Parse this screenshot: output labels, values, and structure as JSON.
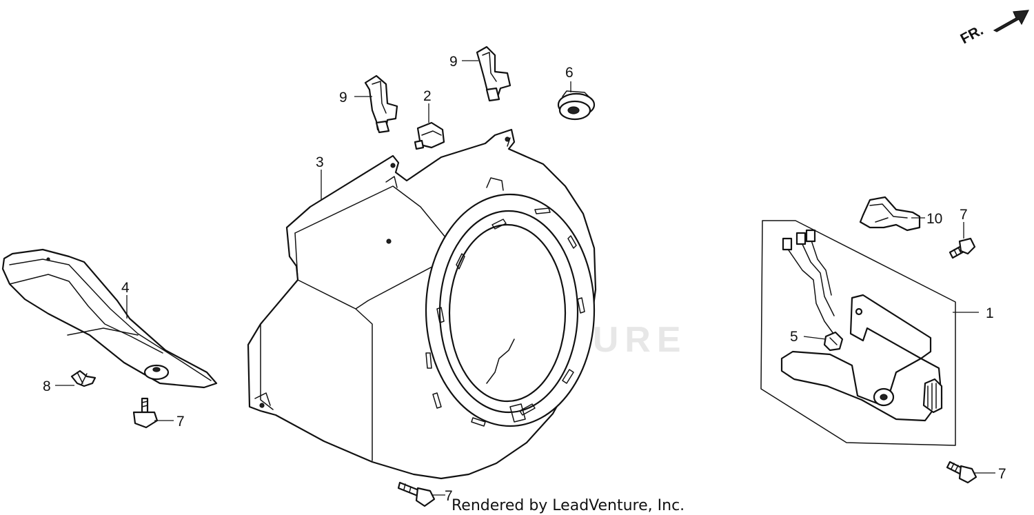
{
  "diagram": {
    "direction_label": "FR.",
    "credit": "Rendered by LeadVenture, Inc.",
    "watermark": {
      "text": "LEADVENTURE",
      "logo": "leadventure-v-logo"
    },
    "callouts": [
      {
        "id": "c1",
        "number": "1"
      },
      {
        "id": "c2",
        "number": "2"
      },
      {
        "id": "c3",
        "number": "3"
      },
      {
        "id": "c4",
        "number": "4"
      },
      {
        "id": "c5",
        "number": "5"
      },
      {
        "id": "c6",
        "number": "6"
      },
      {
        "id": "c7a",
        "number": "7"
      },
      {
        "id": "c7b",
        "number": "7"
      },
      {
        "id": "c7c",
        "number": "7"
      },
      {
        "id": "c7d",
        "number": "7"
      },
      {
        "id": "c8",
        "number": "8"
      },
      {
        "id": "c9a",
        "number": "9"
      },
      {
        "id": "c9b",
        "number": "9"
      },
      {
        "id": "c10",
        "number": "10"
      }
    ]
  }
}
